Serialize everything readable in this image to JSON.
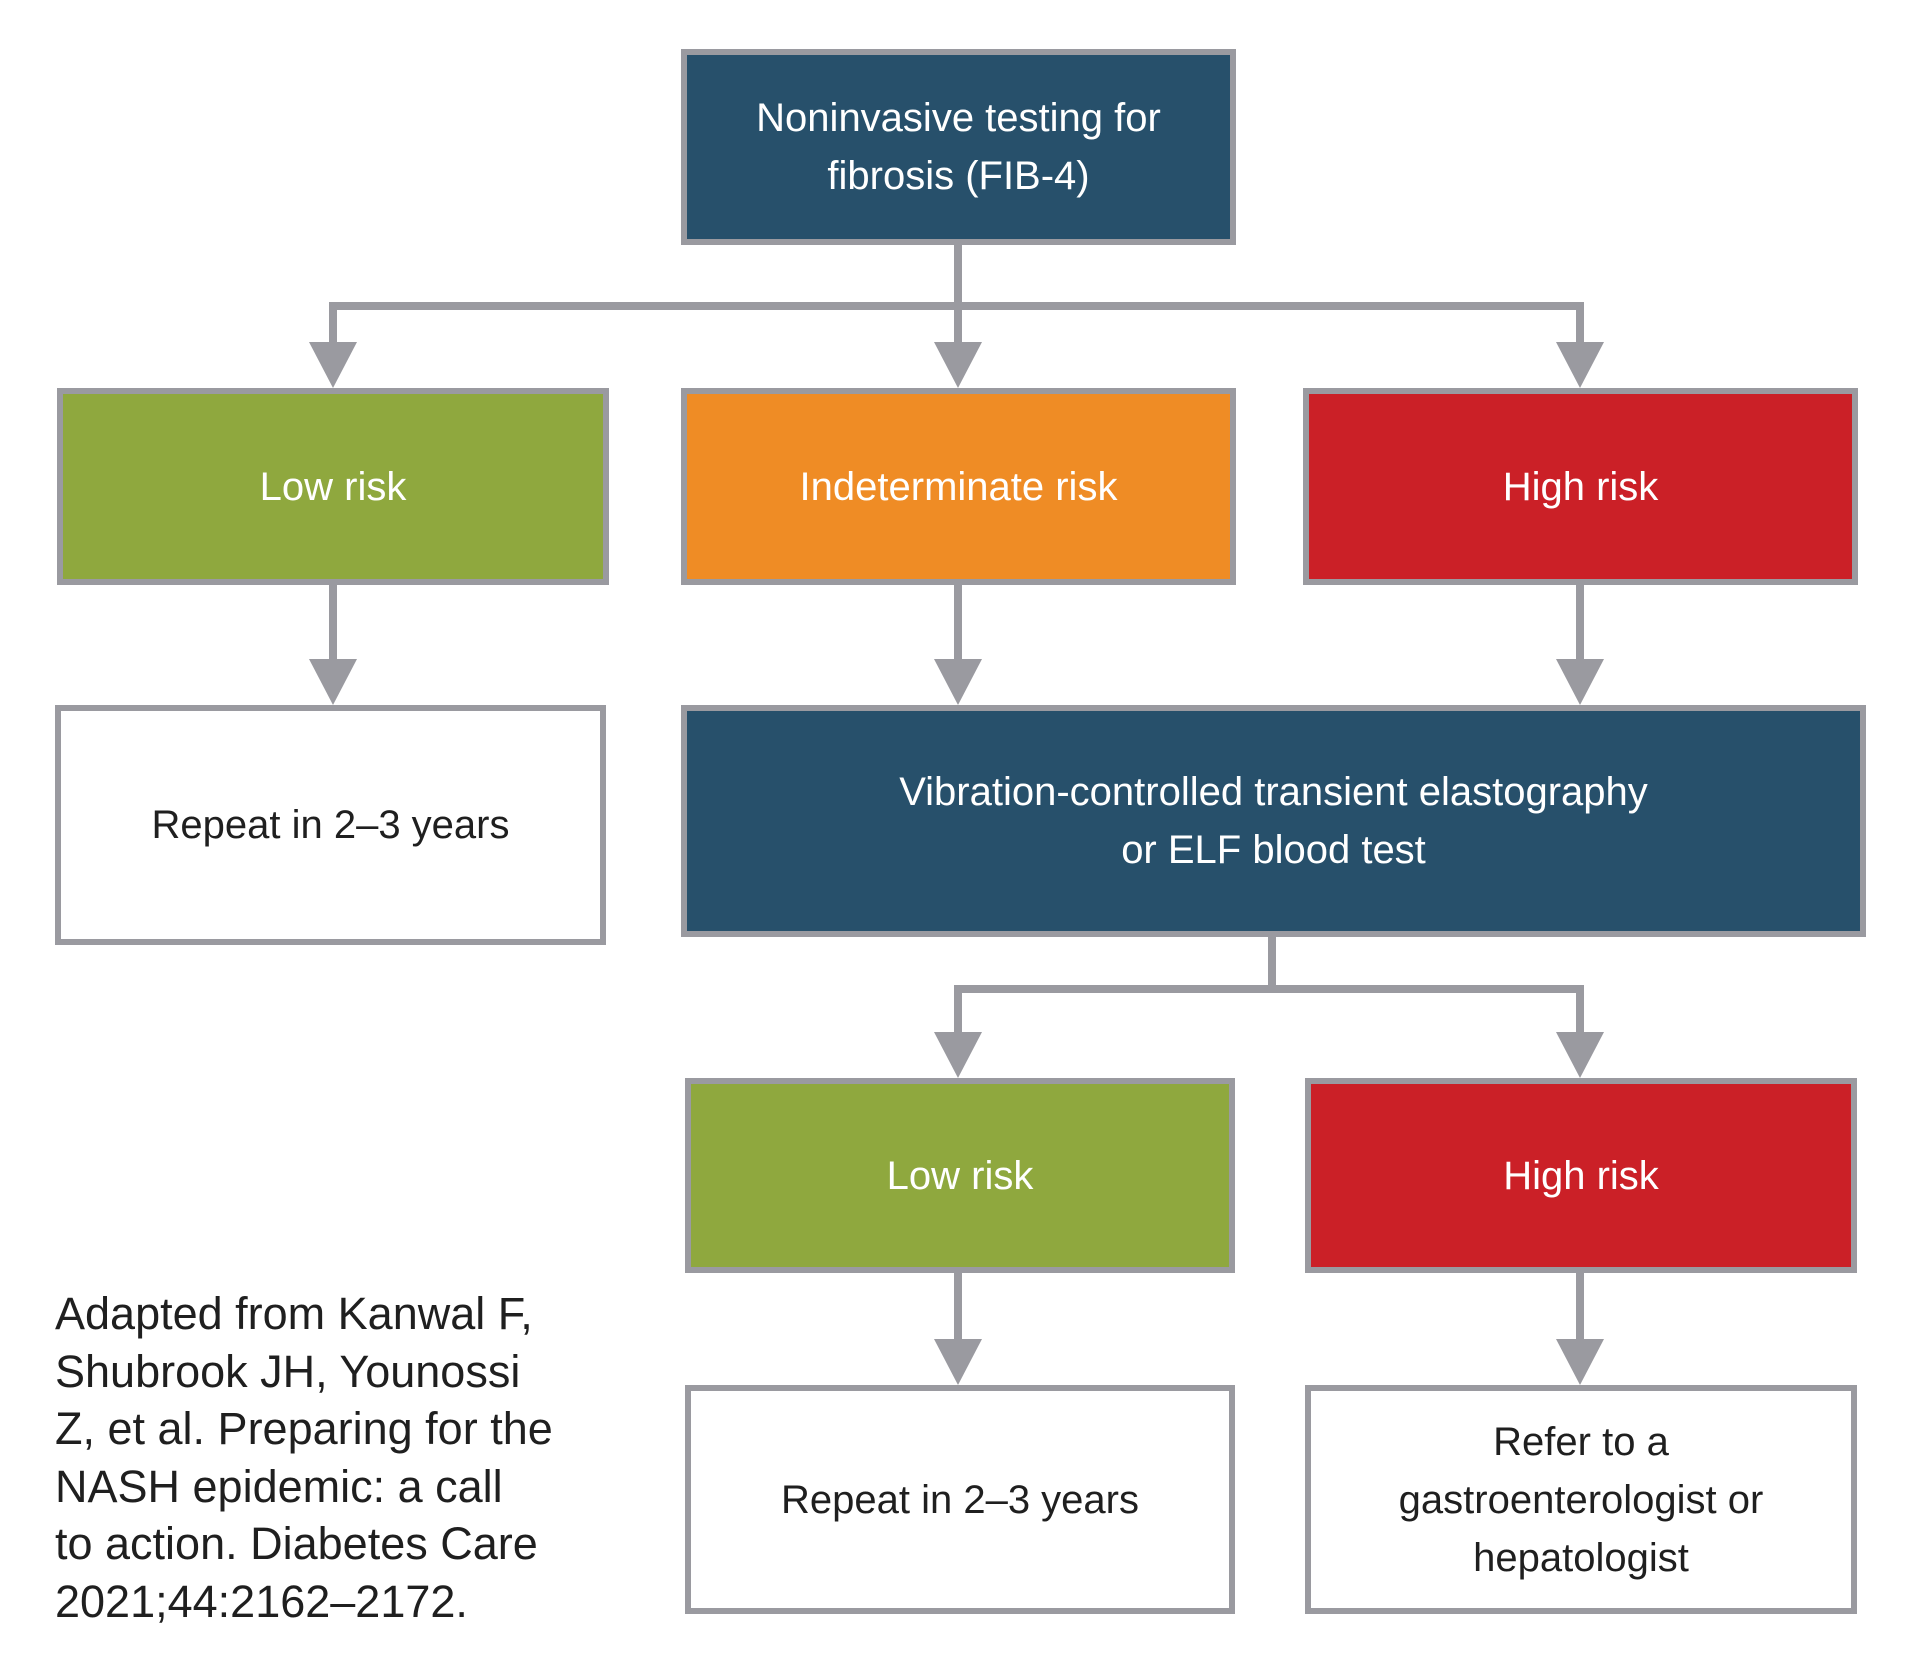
{
  "flowchart": {
    "nodes": {
      "fib4": {
        "label": "Noninvasive testing for\nfibrosis (FIB-4)",
        "color": "#27506B"
      },
      "low_risk_1": {
        "label": "Low risk",
        "color": "#8FA83E"
      },
      "indeterminate_risk": {
        "label": "Indeterminate risk",
        "color": "#EF8C25"
      },
      "high_risk_1": {
        "label": "High risk",
        "color": "#CB2027"
      },
      "repeat_1": {
        "label": "Repeat in 2–3 years",
        "color": "#FFFFFF"
      },
      "vcte": {
        "label": "Vibration-controlled transient elastography\nor ELF blood test",
        "color": "#27506B"
      },
      "low_risk_2": {
        "label": "Low risk",
        "color": "#8FA83E"
      },
      "high_risk_2": {
        "label": "High risk",
        "color": "#CB2027"
      },
      "repeat_2": {
        "label": "Repeat in 2–3 years",
        "color": "#FFFFFF"
      },
      "refer": {
        "label": "Refer to a\ngastroenterologist or\nhepatologist",
        "color": "#FFFFFF"
      }
    },
    "edges": [
      "fib4 -> low_risk_1",
      "fib4 -> indeterminate_risk",
      "fib4 -> high_risk_1",
      "low_risk_1 -> repeat_1",
      "indeterminate_risk -> vcte",
      "high_risk_1 -> vcte",
      "vcte -> low_risk_2",
      "vcte -> high_risk_2",
      "low_risk_2 -> repeat_2",
      "high_risk_2 -> refer"
    ],
    "connector_color": "#9A9AA0",
    "text_on_white": "#1F1F1F",
    "text_on_color": "#FFFFFF"
  },
  "citation": {
    "text": "Adapted from Kanwal F,\nShubrook JH, Younossi\nZ, et al. Preparing for the\nNASH epidemic: a call\nto action. Diabetes Care\n2021;44:2162–2172."
  }
}
